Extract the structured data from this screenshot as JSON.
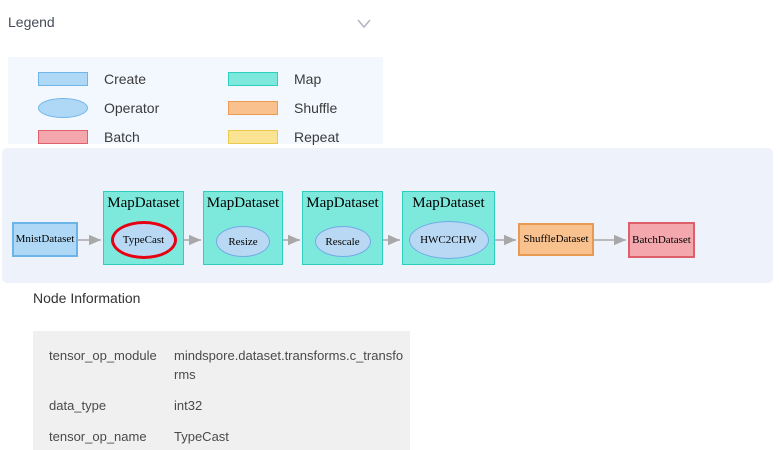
{
  "legend": {
    "title": "Legend",
    "items": [
      {
        "label": "Create",
        "shape": "rect",
        "fill": "#aed8f5",
        "border": "#70b6ea"
      },
      {
        "label": "Map",
        "shape": "rect",
        "fill": "#7ce9dc",
        "border": "#2fcfbf"
      },
      {
        "label": "Operator",
        "shape": "ellipse",
        "fill": "#aed8f5",
        "border": "#70b6ea"
      },
      {
        "label": "Shuffle",
        "shape": "rect",
        "fill": "#f9c18d",
        "border": "#ec9c52"
      },
      {
        "label": "Batch",
        "shape": "rect",
        "fill": "#f4a8ae",
        "border": "#e0606b"
      },
      {
        "label": "Repeat",
        "shape": "rect",
        "fill": "#fbe394",
        "border": "#e9c94e"
      }
    ]
  },
  "graph": {
    "selected_color": "#e60012",
    "arrow_color": "#a8a8a8",
    "nodes": [
      {
        "type": "create",
        "label": "MnistDataset"
      },
      {
        "type": "map",
        "label": "MapDataset",
        "operator": "TypeCast",
        "selected": true
      },
      {
        "type": "map",
        "label": "MapDataset",
        "operator": "Resize"
      },
      {
        "type": "map",
        "label": "MapDataset",
        "operator": "Rescale"
      },
      {
        "type": "map",
        "label": "MapDataset",
        "operator": "HWC2CHW"
      },
      {
        "type": "shuffle",
        "label": "ShuffleDataset"
      },
      {
        "type": "batch",
        "label": "BatchDataset"
      }
    ],
    "edges": [
      {
        "from": "MnistDataset",
        "to": "MapDataset:TypeCast"
      },
      {
        "from": "MapDataset:TypeCast",
        "to": "MapDataset:Resize"
      },
      {
        "from": "MapDataset:Resize",
        "to": "MapDataset:Rescale"
      },
      {
        "from": "MapDataset:Rescale",
        "to": "MapDataset:HWC2CHW"
      },
      {
        "from": "MapDataset:HWC2CHW",
        "to": "ShuffleDataset"
      },
      {
        "from": "ShuffleDataset",
        "to": "BatchDataset"
      }
    ]
  },
  "node_info": {
    "title": "Node Information",
    "rows": [
      {
        "key": "tensor_op_module",
        "value": "mindspore.dataset.transforms.c_transforms"
      },
      {
        "key": "data_type",
        "value": "int32"
      },
      {
        "key": "tensor_op_name",
        "value": "TypeCast"
      }
    ]
  }
}
